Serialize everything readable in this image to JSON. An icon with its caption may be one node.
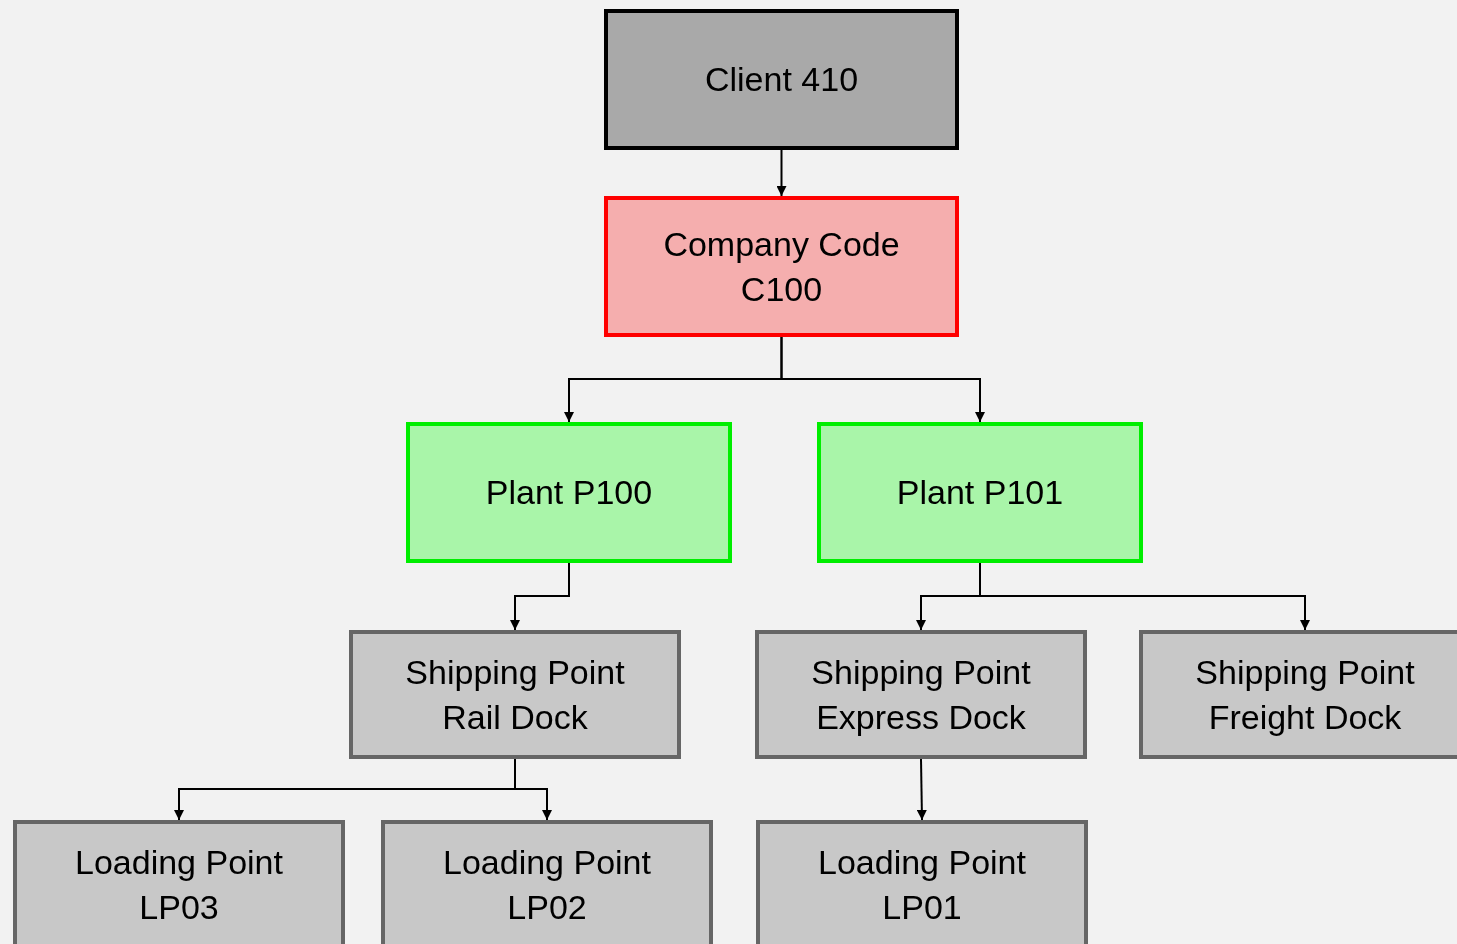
{
  "diagram": {
    "nodes": [
      {
        "text": [
          "Client 410"
        ]
      },
      {
        "text": [
          "Company Code C100"
        ]
      },
      {
        "text": [
          "Plant P100"
        ]
      },
      {
        "text": [
          "Plant P101"
        ]
      },
      {
        "text": [
          "Shipping Point Rail Dock"
        ]
      },
      {
        "text": [
          "Shipping Point Express Dock"
        ]
      },
      {
        "text": [
          "Shipping Point Freight Dock"
        ]
      },
      {
        "text": [
          "Loading Point LP03"
        ]
      },
      {
        "text": [
          "Loading Point LP02"
        ]
      },
      {
        "text": [
          "Loading Point LP01"
        ]
      }
    ],
    "edges": [
      {
        "from": 0,
        "to": 1,
        "arrow": "to"
      },
      {
        "from": 1,
        "to": 2,
        "arrow": "to"
      },
      {
        "from": 1,
        "to": 3,
        "arrow": "to"
      },
      {
        "from": 2,
        "to": 4,
        "arrow": "to"
      },
      {
        "from": 3,
        "to": 5,
        "arrow": "to"
      },
      {
        "from": 3,
        "to": 6,
        "arrow": "to"
      },
      {
        "from": 4,
        "to": 7,
        "arrow": "to"
      },
      {
        "from": 4,
        "to": 8,
        "arrow": "to"
      },
      {
        "from": 5,
        "to": 9,
        "arrow": "to"
      }
    ]
  }
}
